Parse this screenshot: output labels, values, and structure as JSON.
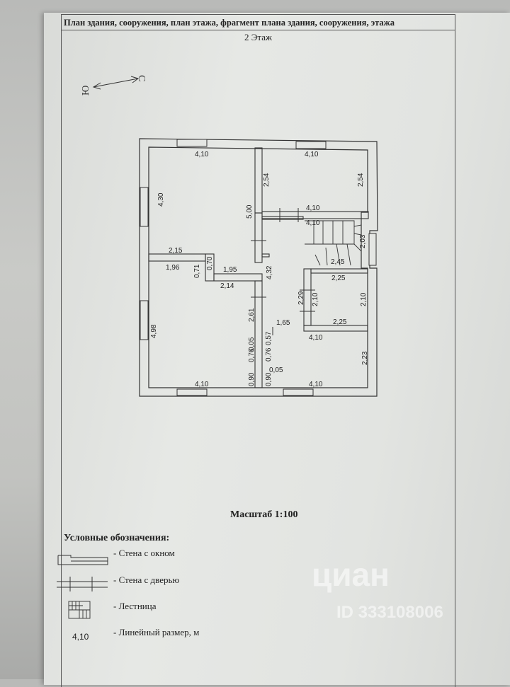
{
  "header": {
    "title": "План здания, сооружения, план этажа, фрагмент плана здания, сооружения, этажа",
    "floor": "2 Этаж"
  },
  "compass": {
    "north": "Ю",
    "south": "С"
  },
  "dimensions": {
    "d1": "4,10",
    "d2": "4,10",
    "d3": "2,54",
    "d4": "2,54",
    "d5": "4,30",
    "d6": "5,00",
    "d7": "4,10",
    "d8": "4,10",
    "d9": "2,03",
    "d10": "2,15",
    "d11": "1,96",
    "d12": "0,71",
    "d13": "0,70",
    "d14": "1,95",
    "d15": "4,32",
    "d16": "2,45",
    "d17": "2,25",
    "d18": "2,14",
    "d19": "2,29",
    "d20": "2,10",
    "d21": "2,10",
    "d22": "2,61",
    "d23": "2,25",
    "d24": "4,98",
    "d25": "1,65",
    "d26": "4,10",
    "d27": "0,57",
    "d28": "0,05",
    "d29": "0,76",
    "d30": "0,76",
    "d31": "2,23",
    "d32": "0,05",
    "d33": "0,90",
    "d34": "0,90",
    "d35": "4,10",
    "d36": "4,10"
  },
  "scale": "Масштаб 1:100",
  "legend": {
    "title": "Условные обозначения:",
    "window_wall": "- Стена с окном",
    "door_wall": "- Стена с дверью",
    "stairs": "- Лестница",
    "dim_sample": "4,10",
    "linear_dim": "- Линейный размер, м"
  },
  "watermark": {
    "brand": "циан",
    "id": "ID 333108006"
  }
}
